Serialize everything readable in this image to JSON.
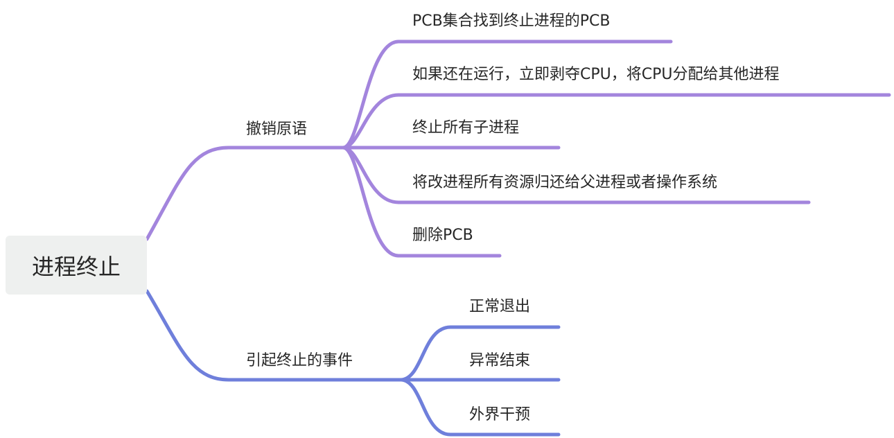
{
  "root": {
    "label": "进程终止"
  },
  "branches": [
    {
      "label": "撤销原语",
      "color": "#a385dd",
      "children": [
        {
          "label": "PCB集合找到终止进程的PCB"
        },
        {
          "label": "如果还在运行，立即剥夺CPU，将CPU分配给其他进程"
        },
        {
          "label": "终止所有子进程"
        },
        {
          "label": "将改进程所有资源归还给父进程或者操作系统"
        },
        {
          "label": "删除PCB"
        }
      ]
    },
    {
      "label": "引起终止的事件",
      "color": "#6f7fdb",
      "children": [
        {
          "label": "正常退出"
        },
        {
          "label": "异常结束"
        },
        {
          "label": "外界干预"
        }
      ]
    }
  ]
}
